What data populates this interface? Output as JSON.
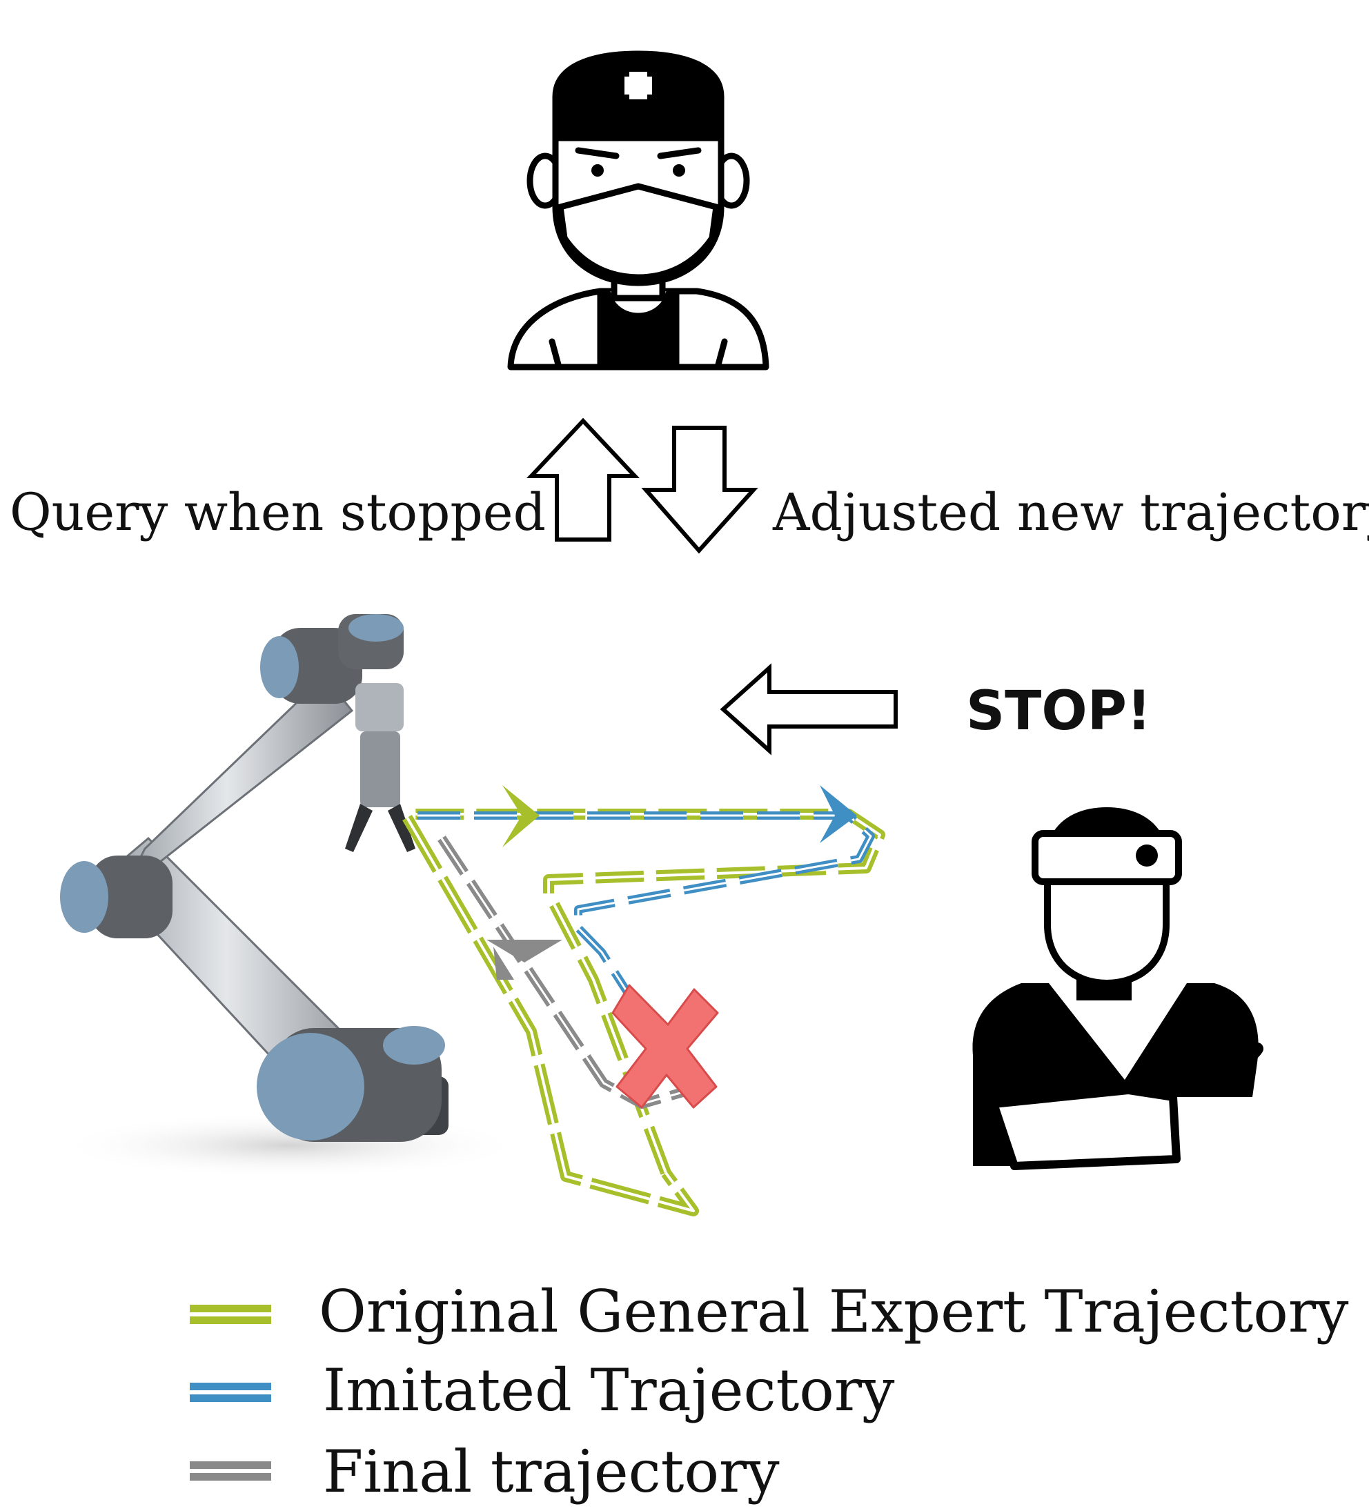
{
  "labels": {
    "query": "Query when stopped",
    "adjusted": "Adjusted new trajectory",
    "stop": "STOP!"
  },
  "legend": {
    "items": [
      {
        "label": "Original General Expert Trajectory",
        "color": "#a6bf2a"
      },
      {
        "label": "Imitated Trajectory",
        "color": "#3f8fc4"
      },
      {
        "label": "Final trajectory",
        "color": "#8a8a8a"
      }
    ]
  },
  "icons": {
    "surgeon": "surgeon-with-mask-icon",
    "patient": "injured-person-with-sling-icon",
    "robot": "robot-arm-icon",
    "reject": "x-mark-icon"
  },
  "colors": {
    "green": "#a6bf2a",
    "blue": "#3f8fc4",
    "gray": "#8a8a8a",
    "red": "#f07070",
    "robot_joint": "#7c9bb6"
  }
}
